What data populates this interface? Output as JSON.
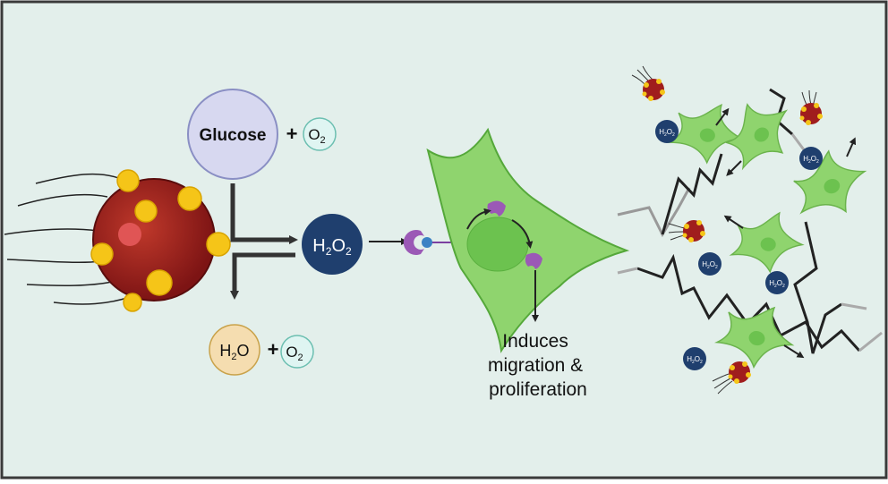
{
  "labels": {
    "glucose": "Glucose",
    "plus": "+",
    "o": "O",
    "h": "H",
    "two": "2",
    "result": [
      "Induces",
      "migration &",
      "proliferation"
    ]
  },
  "colors": {
    "background": "#e3efeb",
    "frame": "#3a3a3a",
    "glucose_bubble": "#d7d8f0",
    "o2_bubble": "#dff5f2",
    "h2o2_bubble": "#1f3f6e",
    "h2o_bubble": "#f5ddb0",
    "particle": "#9b1c1c",
    "particle_spot": "#f5c518",
    "cell": "#8fd46e",
    "nucleus": "#6cc24f",
    "enzyme": "#9b59b6",
    "receptor_core": "#3b82c4"
  },
  "icons": [
    "nanomotor-particle-icon",
    "cell-icon",
    "receptor-icon",
    "enzyme-icon",
    "h2o2-molecule-icon",
    "fiber-icon"
  ]
}
